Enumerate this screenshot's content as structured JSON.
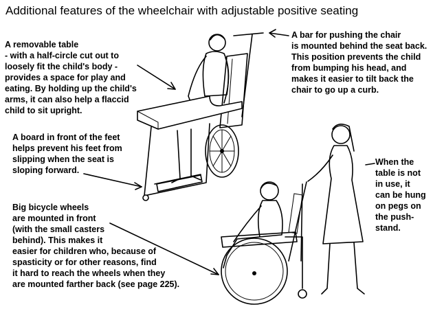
{
  "title": "Additional features of the wheelchair with adjustable positive seating",
  "notes": {
    "table": "A removable table\n- with a half-circle cut out to\nloosely fit the child's body -\nprovides a space for play and\neating. By holding up the child's\narms, it can also help a flaccid\nchild to sit upright.",
    "bar": "A bar for pushing the chair\nis mounted behind the seat back.\nThis position prevents the child\nfrom bumping his head, and\nmakes it easier to tilt back the\nchair to go up a curb.",
    "board": "A board in front of the feet\nhelps prevent his feet from\nslipping when the seat is\nsloping forward.",
    "hung": "When the\ntable is not\nin use, it\ncan be hung\non pegs on\nthe push-\nstand.",
    "wheels": "Big bicycle wheels\nare mounted in front\n(with the small casters\nbehind). This makes it\neasier for children who, because of\nspasticity or for other reasons, find\nit hard to reach the wheels when they\nare mounted farther back (see page 225)."
  }
}
